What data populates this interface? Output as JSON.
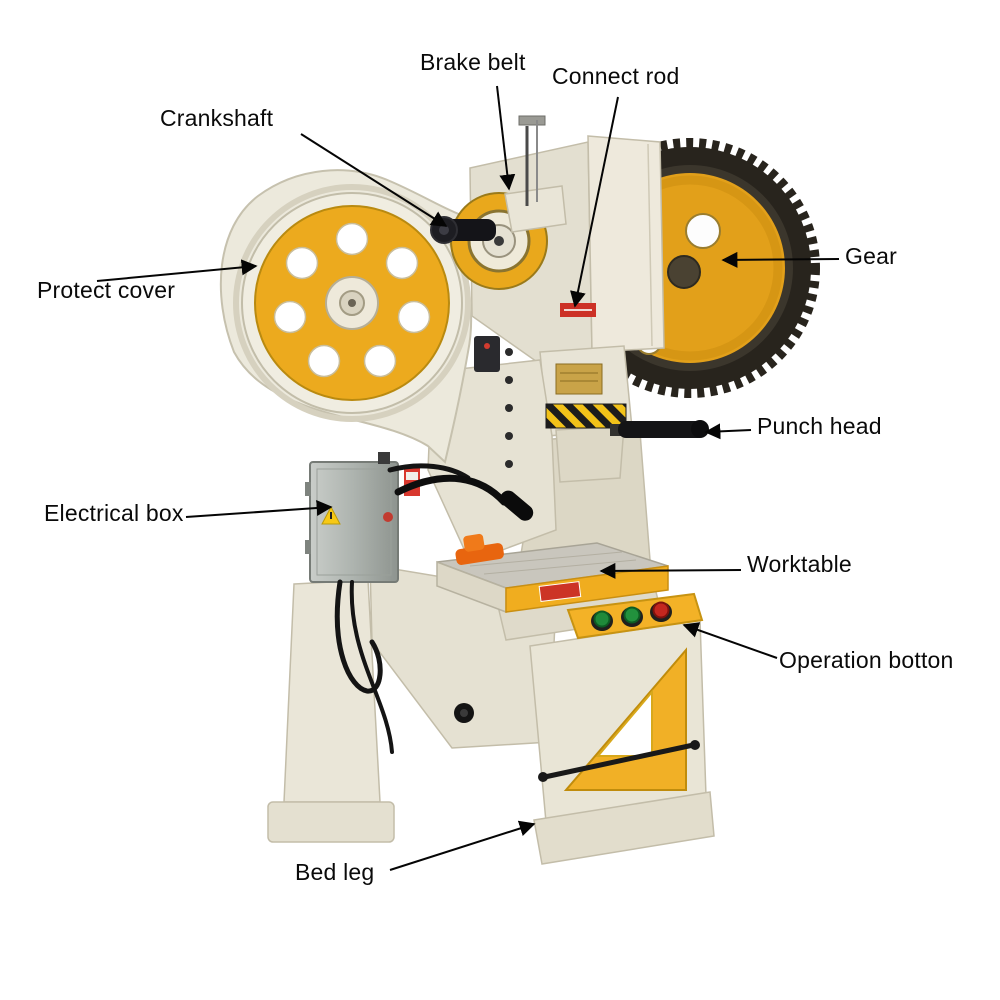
{
  "diagram": {
    "type": "labeled-machine-diagram",
    "subject": "Punch press (power press) machine parts",
    "labels": [
      {
        "id": "brake-belt",
        "text": "Brake belt"
      },
      {
        "id": "connect-rod",
        "text": "Connect rod"
      },
      {
        "id": "crankshaft",
        "text": "Crankshaft"
      },
      {
        "id": "gear",
        "text": "Gear"
      },
      {
        "id": "protect-cover",
        "text": "Protect cover"
      },
      {
        "id": "punch-head",
        "text": "Punch head"
      },
      {
        "id": "electrical-box",
        "text": "Electrical box"
      },
      {
        "id": "worktable",
        "text": "Worktable"
      },
      {
        "id": "operation-botton",
        "text": "Operation botton"
      },
      {
        "id": "bed-leg",
        "text": "Bed leg"
      }
    ],
    "colors": {
      "background": "#ffffff",
      "machine_body": "#e9e5d7",
      "accent_yellow": "#efab1e",
      "gear_dark": "#28241d",
      "warning_red": "#cc3126",
      "label_text": "#0a0a0a"
    }
  }
}
